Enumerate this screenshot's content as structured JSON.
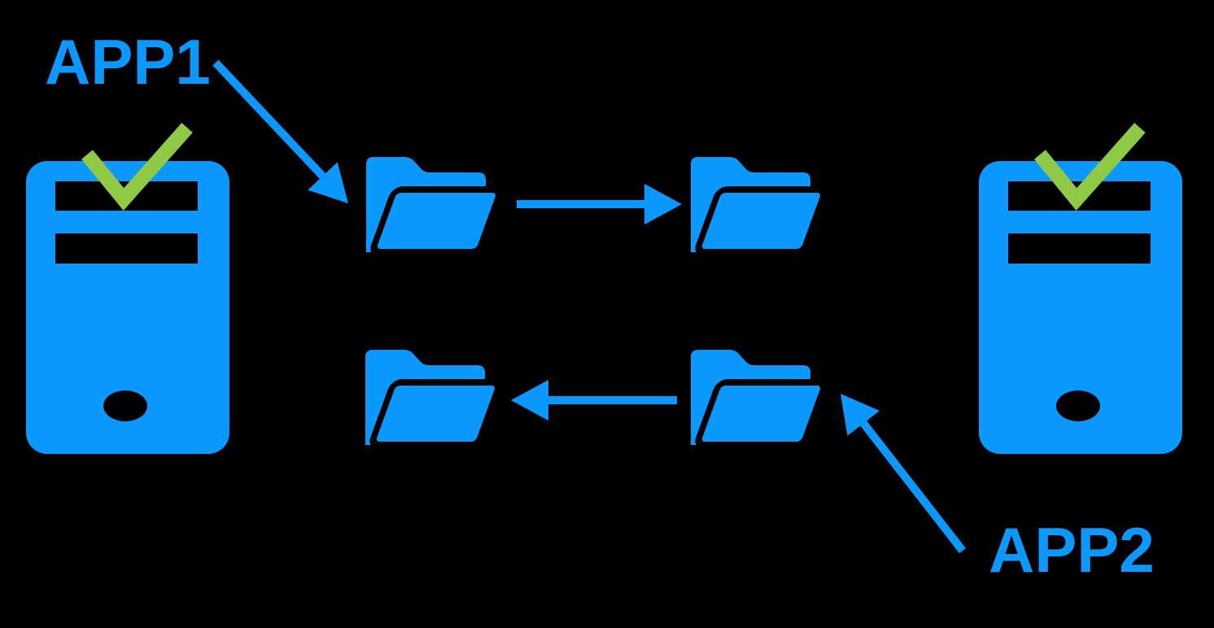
{
  "diagram": {
    "background_color": "#000000",
    "colors": {
      "icon_blue": "#0C99FF",
      "check_green": "#8FC945",
      "cutout_black": "#000000"
    },
    "labels": {
      "app1": "APP1",
      "app2": "APP2"
    },
    "nodes": [
      {
        "id": "server-left",
        "type": "computer-tower",
        "status_icon": "checkmark"
      },
      {
        "id": "folder-top-left",
        "type": "open-folder"
      },
      {
        "id": "folder-top-right",
        "type": "open-folder"
      },
      {
        "id": "folder-bottom-left",
        "type": "open-folder"
      },
      {
        "id": "folder-bottom-right",
        "type": "open-folder"
      },
      {
        "id": "server-right",
        "type": "computer-tower",
        "status_icon": "checkmark"
      }
    ],
    "connections": [
      {
        "from": "app1-label",
        "to": "folder-top-left",
        "style": "pointer-arrow"
      },
      {
        "from": "folder-top-left",
        "to": "folder-top-right",
        "style": "transfer-arrow"
      },
      {
        "from": "folder-bottom-right",
        "to": "folder-bottom-left",
        "style": "transfer-arrow"
      },
      {
        "from": "app2-label",
        "to": "folder-bottom-right",
        "style": "pointer-arrow"
      }
    ]
  }
}
